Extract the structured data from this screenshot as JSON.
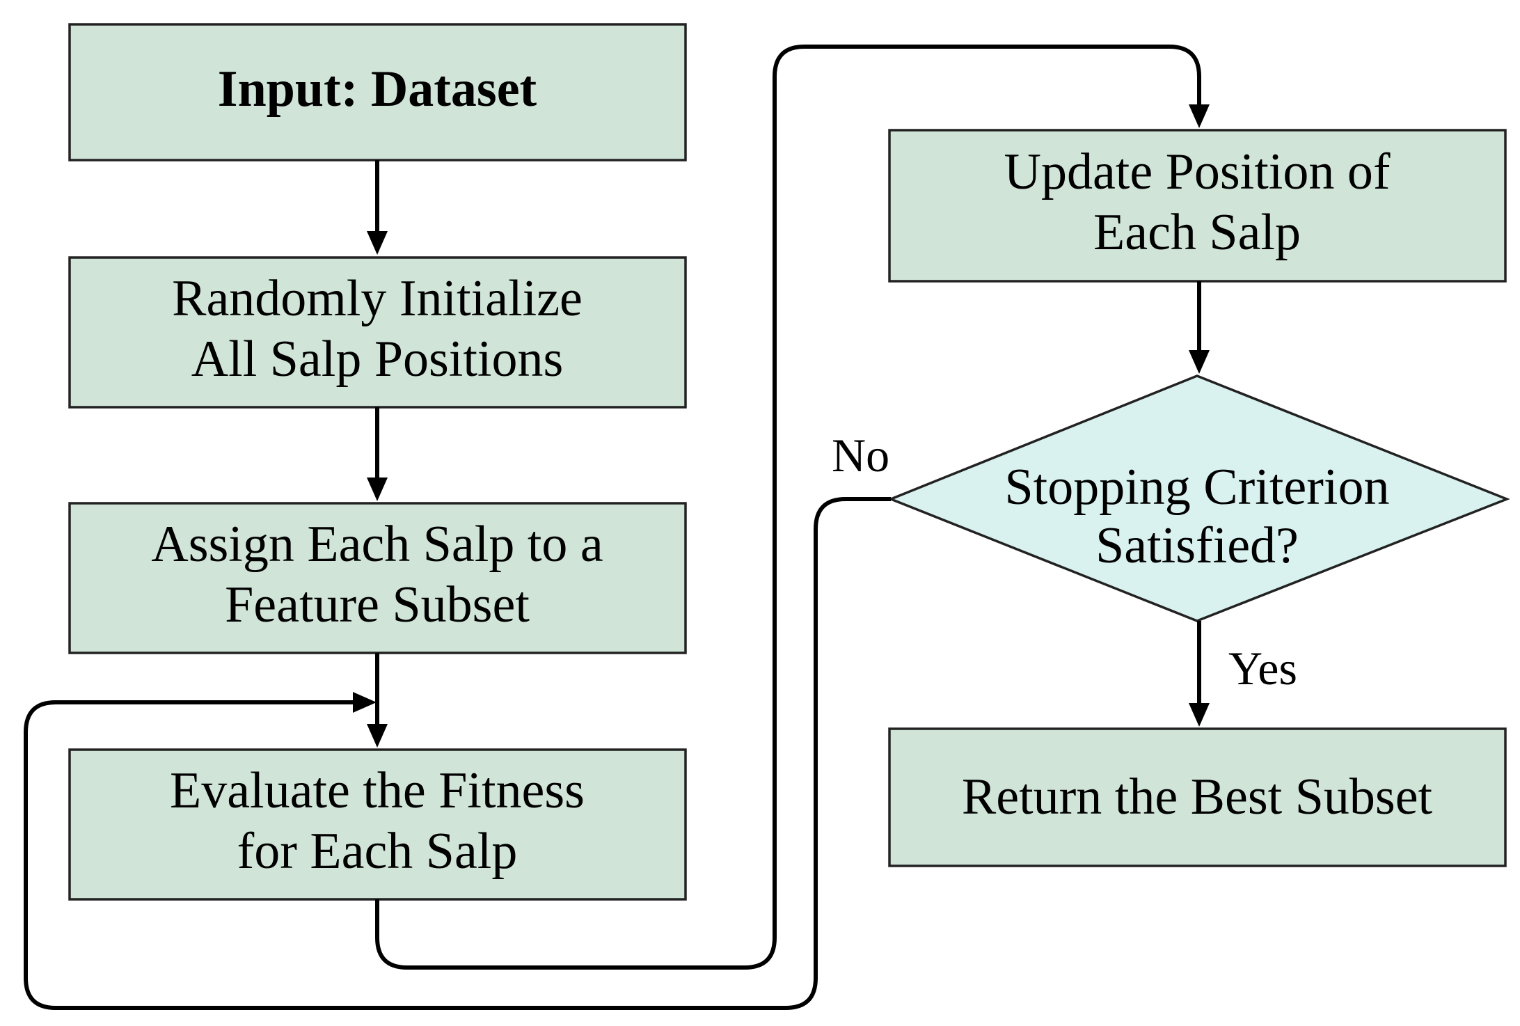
{
  "flowchart": {
    "nodes": {
      "input": {
        "lines": [
          "Input: Dataset"
        ],
        "bold": true
      },
      "init": {
        "lines": [
          "Randomly Initialize",
          "All Salp Positions"
        ]
      },
      "assign": {
        "lines": [
          "Assign Each Salp to a",
          "Feature Subset"
        ]
      },
      "evaluate": {
        "lines": [
          "Evaluate the Fitness",
          "for Each Salp"
        ]
      },
      "update": {
        "lines": [
          "Update Position of",
          "Each Salp"
        ]
      },
      "stopping": {
        "lines": [
          "Stopping Criterion",
          "Satisfied?"
        ]
      },
      "result": {
        "lines": [
          "Return the Best Subset"
        ]
      }
    },
    "edge_labels": {
      "no": "No",
      "yes": "Yes"
    },
    "colors": {
      "process_fill": "#d0e4d8",
      "decision_fill": "#d9f2ef",
      "stroke": "#000000"
    }
  }
}
